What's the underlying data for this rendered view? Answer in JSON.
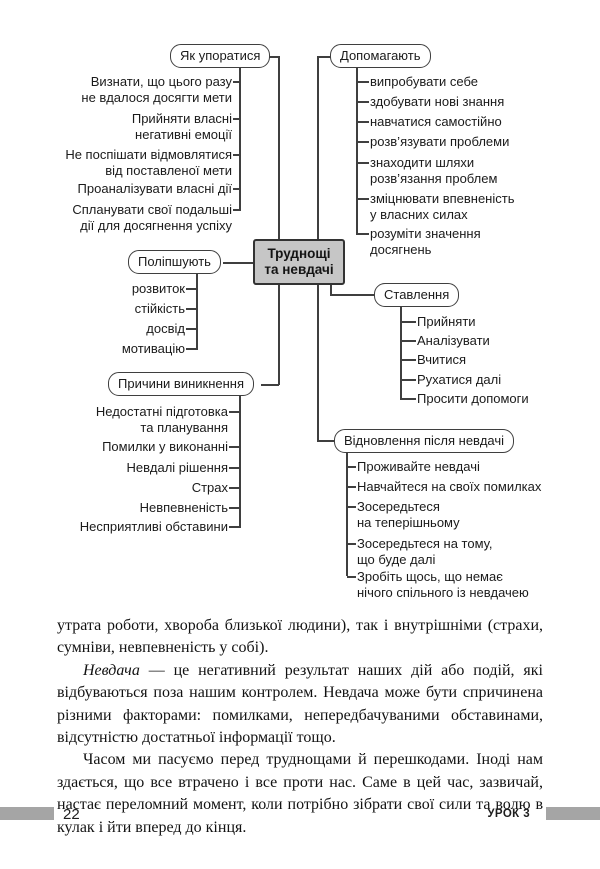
{
  "diagram": {
    "center_title": "Труднощі\nта невдачі",
    "branches": {
      "cope": {
        "label": "Як упоратися",
        "items": [
          "Визнати, що цього разу\nне вдалося досягти мети",
          "Прийняти власні\nнегативні емоції",
          "Не поспішати відмовлятися\nвід поставленої мети",
          "Проаналізувати власні дії",
          "Спланувати свої подальші\nдії для досягнення успіху"
        ]
      },
      "help": {
        "label": "Допомагають",
        "items": [
          "випробувати себе",
          "здобувати нові знання",
          "навчатися самостійно",
          "розв’язувати проблеми",
          "знаходити шляхи\nрозв’язання проблем",
          "зміцнювати впевненість\nу власних силах",
          "розуміти значення\nдосягнень"
        ]
      },
      "improve": {
        "label": "Поліпшують",
        "items": [
          "розвиток",
          "стійкість",
          "досвід",
          "мотивацію"
        ]
      },
      "attitude": {
        "label": "Ставлення",
        "items": [
          "Прийняти",
          "Аналізувати",
          "Вчитися",
          "Рухатися далі",
          "Просити допомоги"
        ]
      },
      "causes": {
        "label": "Причини виникнення",
        "items": [
          "Недостатні підготовка\nта планування",
          "Помилки у виконанні",
          "Невдалі рішення",
          "Страх",
          "Невпевненість",
          "Несприятливі обставини"
        ]
      },
      "recovery": {
        "label": "Відновлення після невдачі",
        "items": [
          "Проживайте невдачі",
          "Навчайтеся на своїх помилках",
          "Зосередьтеся\nна теперішньому",
          "Зосередьтеся на тому,\nщо буде далі",
          "Зробіть щось, що немає\nнічого спільного із невдачею"
        ]
      }
    }
  },
  "body": {
    "paragraphs": {
      "p1": "утрата роботи, хвороба близької людини), так і внутрішніми (страхи, сумніви, невпевненість у собі).",
      "p2_lead_italic": "Невдача",
      "p2_rest": " — це негативний результат наших дій або подій, які відбуваються поза нашим контролем. Невдача може бути спричинена різними факторами: помилками, непередбачуваними обставинами, відсутністю достатньої інформації тощо.",
      "p3": "Часом ми пасуємо перед труднощами й перешкодами. Іноді нам здається, що все втрачено і все проти нас. Саме в цей час, зазвичай, настає переломний момент, коли потрібно зібрати свої сили та волю в кулак і йти вперед до кінця."
    }
  },
  "footer": {
    "page_number": "22",
    "lesson_label": "УРОК 3"
  },
  "colors": {
    "line": "#3f3f3f",
    "center_box_fill": "#c6c6c6",
    "footer_bar": "#a5a5a5"
  }
}
